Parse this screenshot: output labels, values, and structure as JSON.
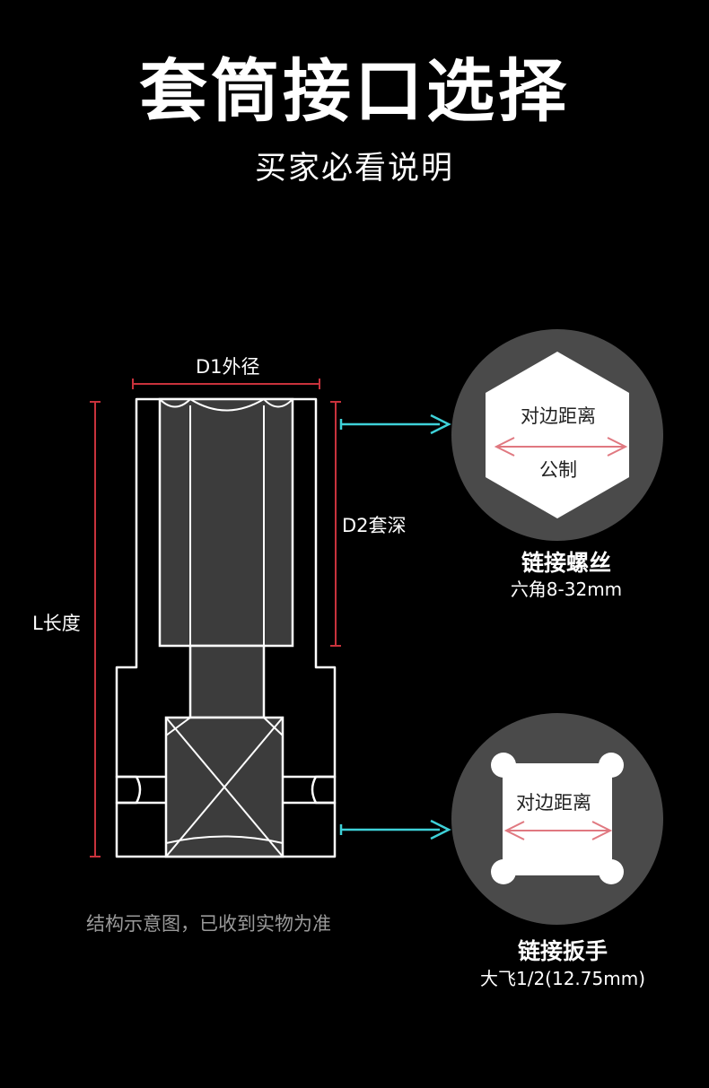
{
  "header": {
    "title": "套筒接口选择",
    "subtitle": "买家必看说明"
  },
  "dimensions": {
    "d1": "D1外径",
    "d2": "D2套深",
    "length": "L长度"
  },
  "caption": "结构示意图，已收到实物为准",
  "top_connector": {
    "inner_label": "对边距离",
    "inner_sub": "公制",
    "name": "链接螺丝",
    "spec": "六角8-32mm"
  },
  "bottom_connector": {
    "inner_label": "对边距离",
    "name": "链接扳手",
    "spec": "大飞1/2(12.75mm)"
  },
  "colors": {
    "background": "#000000",
    "dimension_line": "#c8323c",
    "pointer": "#3ed1d8",
    "circle": "#4a4a4a",
    "double_arrow": "#e07880"
  }
}
